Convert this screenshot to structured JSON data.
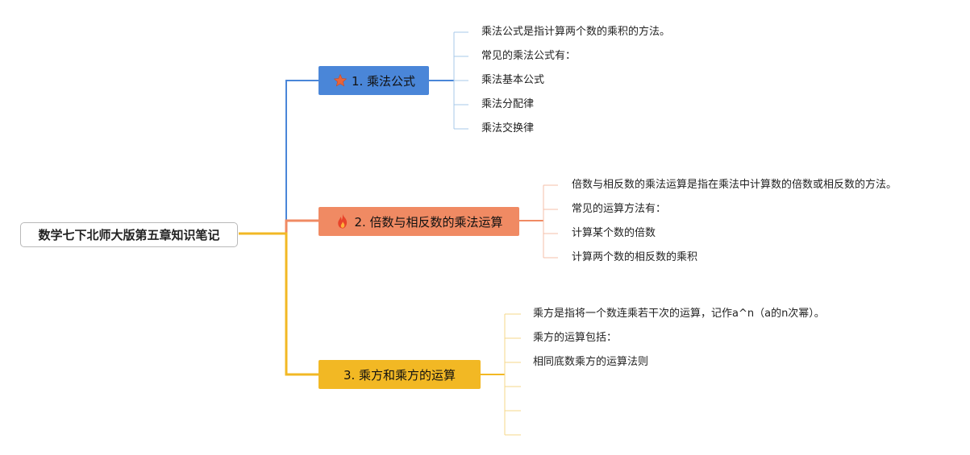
{
  "root": {
    "title": "数学七下北师大版第五章知识笔记"
  },
  "colors": {
    "branch1": "#4a86d8",
    "branch2": "#f08a63",
    "branch3": "#f2b824",
    "leaf_line1": "#a7c8ea",
    "leaf_line2": "#f4bfa9",
    "leaf_line3": "#f5d78a"
  },
  "branches": [
    {
      "label": "1. 乘法公式",
      "icon": "star-icon",
      "leaves": [
        "乘法公式是指计算两个数的乘积的方法。",
        "常见的乘法公式有：",
        "乘法基本公式",
        "乘法分配律",
        "乘法交换律"
      ]
    },
    {
      "label": "2. 倍数与相反数的乘法运算",
      "icon": "fire-icon",
      "leaves": [
        "倍数与相反数的乘法运算是指在乘法中计算数的倍数或相反数的方法。",
        "常见的运算方法有：",
        "计算某个数的倍数",
        "计算两个数的相反数的乘积"
      ]
    },
    {
      "label": "3. 乘方和乘方的运算",
      "icon": "",
      "leaves": [
        "乘方是指将一个数连乘若干次的运算，记作a^n（a的n次幂）。",
        "乘方的运算包括：",
        "相同底数乘方的运算法则",
        "",
        "",
        ""
      ]
    }
  ]
}
